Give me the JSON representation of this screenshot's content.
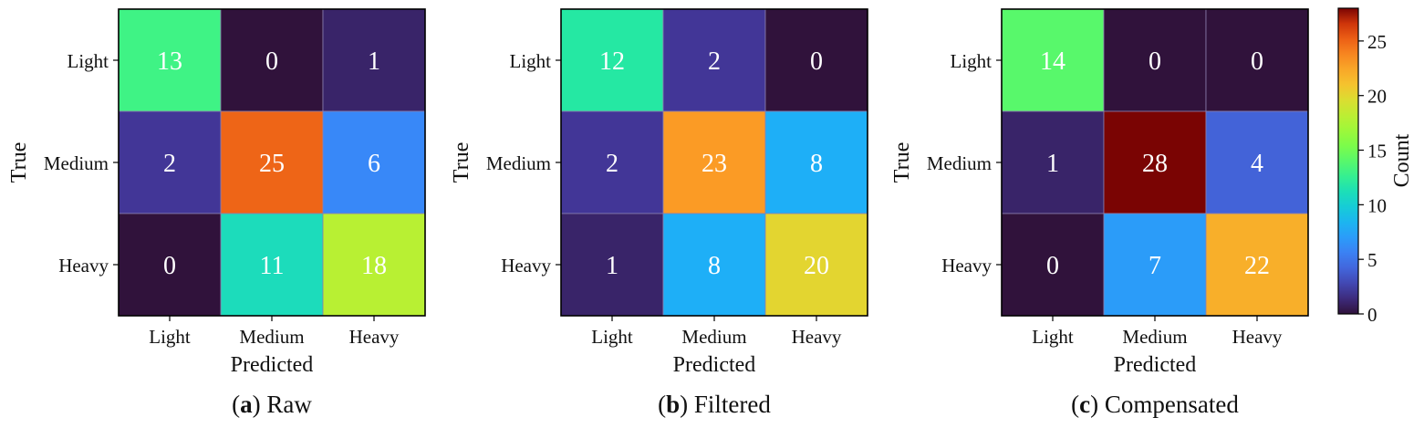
{
  "colorbar": {
    "label": "Count",
    "min": 0,
    "max": 28,
    "ticks": [
      "0",
      "5",
      "10",
      "15",
      "20",
      "25"
    ],
    "colormap": "turbo"
  },
  "chart_data": [
    {
      "type": "heatmap",
      "caption_letter": "a",
      "caption_text": " Raw",
      "xlabel": "Predicted",
      "ylabel": "True",
      "x_categories": [
        "Light",
        "Medium",
        "Heavy"
      ],
      "y_categories": [
        "Light",
        "Medium",
        "Heavy"
      ],
      "values": [
        [
          13,
          0,
          1
        ],
        [
          2,
          25,
          6
        ],
        [
          0,
          11,
          18
        ]
      ]
    },
    {
      "type": "heatmap",
      "caption_letter": "b",
      "caption_text": " Filtered",
      "xlabel": "Predicted",
      "ylabel": "True",
      "x_categories": [
        "Light",
        "Medium",
        "Heavy"
      ],
      "y_categories": [
        "Light",
        "Medium",
        "Heavy"
      ],
      "values": [
        [
          12,
          2,
          0
        ],
        [
          2,
          23,
          8
        ],
        [
          1,
          8,
          20
        ]
      ]
    },
    {
      "type": "heatmap",
      "caption_letter": "c",
      "caption_text": " Compensated",
      "xlabel": "Predicted",
      "ylabel": "True",
      "x_categories": [
        "Light",
        "Medium",
        "Heavy"
      ],
      "y_categories": [
        "Light",
        "Medium",
        "Heavy"
      ],
      "values": [
        [
          14,
          0,
          0
        ],
        [
          1,
          28,
          4
        ],
        [
          0,
          7,
          22
        ]
      ]
    }
  ]
}
